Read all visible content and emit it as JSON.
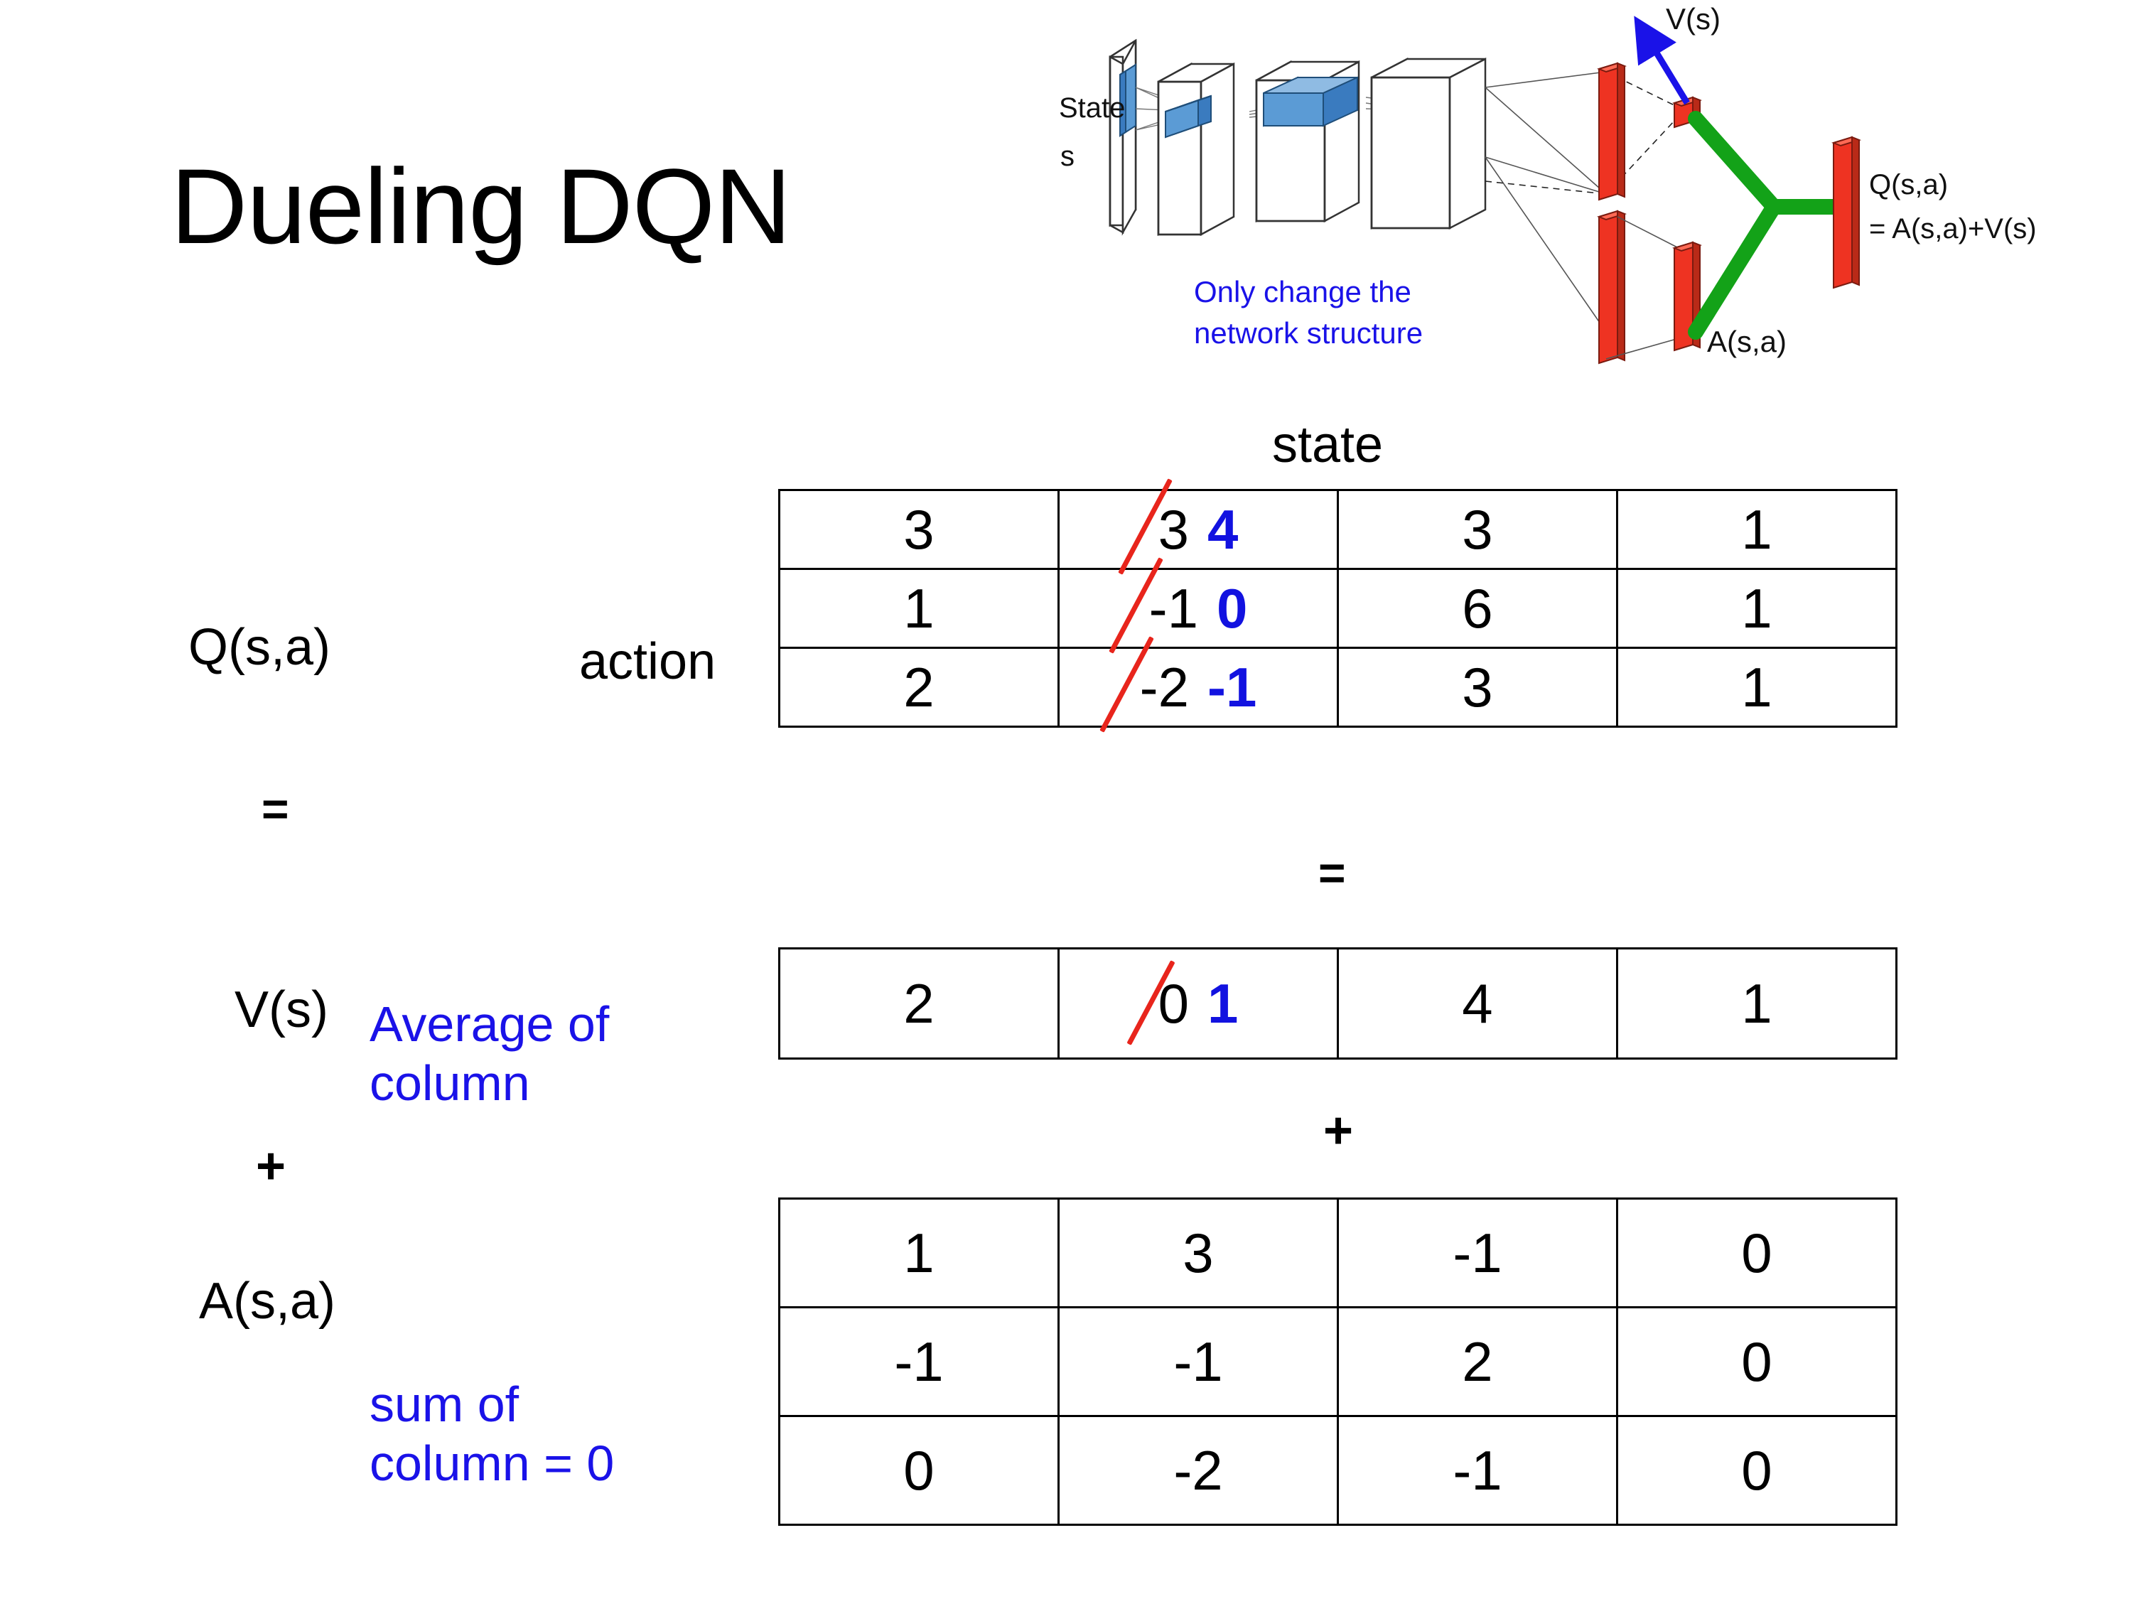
{
  "slide": {
    "title": "Dueling DQN"
  },
  "diagram": {
    "state_label_line1": "State",
    "state_label_line2": "s",
    "note": "Only change the\nnetwork structure",
    "note_line1": "Only change the",
    "note_line2": "network structure",
    "value_output": "V(s)",
    "advantage_output": "A(s,a)",
    "q_output_line1": "Q(s,a)",
    "q_output_line2": "= A(s,a)+V(s)",
    "colors": {
      "note": "#1a12e8",
      "value_arrow": "#1a12e8",
      "stream_bars": "#ee3322",
      "combine": "#13a218",
      "conv_block": "#5b9bd5"
    }
  },
  "labels": {
    "state_axis": "state",
    "action_axis": "action",
    "q_function": "Q(s,a)",
    "v_function": "V(s)",
    "a_function": "A(s,a)",
    "equals_left": "=",
    "equals_mid": "=",
    "plus_left": "+",
    "plus_mid": "+",
    "avg_note_line1": "Average of",
    "avg_note_line2": "column",
    "sum_note_line1": "sum of",
    "sum_note_line2": "column = 0",
    "annotation_color": "#1a12e8",
    "strike_color": "#e8251c"
  },
  "chart_data": {
    "type": "table",
    "title": "Dueling DQN value decomposition Q(s,a) = V(s) + A(s,a)",
    "xlabel": "state",
    "ylabel": "action",
    "tables": [
      {
        "name": "Q(s,a)",
        "rows": 3,
        "cols": 4,
        "values": [
          [
            "3",
            "3",
            "3",
            "1"
          ],
          [
            "1",
            "-1",
            "6",
            "1"
          ],
          [
            "2",
            "-2",
            "3",
            "1"
          ]
        ],
        "edits": [
          {
            "row": 0,
            "col": 1,
            "old": "3",
            "new": "4"
          },
          {
            "row": 1,
            "col": 1,
            "old": "-1",
            "new": "0"
          },
          {
            "row": 2,
            "col": 1,
            "old": "-2",
            "new": "-1"
          }
        ]
      },
      {
        "name": "V(s)",
        "rows": 1,
        "cols": 4,
        "values": [
          [
            "2",
            "0",
            "4",
            "1"
          ]
        ],
        "edits": [
          {
            "row": 0,
            "col": 1,
            "old": "0",
            "new": "1"
          }
        ]
      },
      {
        "name": "A(s,a)",
        "rows": 3,
        "cols": 4,
        "values": [
          [
            "1",
            "3",
            "-1",
            "0"
          ],
          [
            "-1",
            "-1",
            "2",
            "0"
          ],
          [
            "0",
            "-2",
            "-1",
            "0"
          ]
        ],
        "edits": []
      }
    ]
  }
}
